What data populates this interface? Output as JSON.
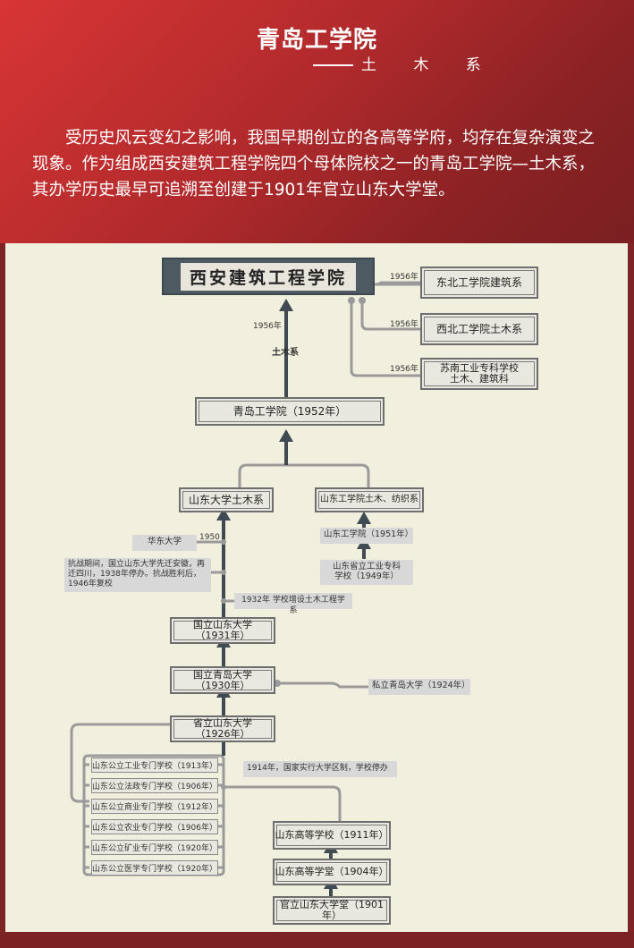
{
  "header": {
    "title": "青岛工学院",
    "subtitle": "土 木 系",
    "intro": "受历史风云变幻之影响，我国早期创立的各高等学府，均存在复杂演变之现象。作为组成西安建筑工程学院四个母体院校之一的青岛工学院—土木系，其办学历史最早可追溯至创建于1901年官立山东大学堂。"
  },
  "diagram": {
    "top": "西安建筑工程学院",
    "merge_1956_a": "1956年",
    "merge_1956_b": "1956年",
    "merge_1956_c": "1956年",
    "merge_1956_d": "1956年",
    "dongbei_arch": "东北工学院建筑系",
    "xibei_civil": "西北工学院土木系",
    "sunan_line1": "苏南工业专科学校",
    "sunan_line2": "土木、建筑科",
    "civil_dept_label": "土木系",
    "qingdao": "青岛工学院（1952年）",
    "sd_civil": "山东大学土木系",
    "sd_inst_civil": "山东工学院土木、纺织系",
    "sd_inst_1951": "山东工学院（1951年）",
    "sd_prov_line1": "山东省立工业专科",
    "sd_prov_line2": "学校（1949年）",
    "huadong": "华东大学",
    "year_1950": "1950",
    "wartime_note": "抗战期间，国立山东大学先迁安徽，再迁四川，1938年停办。抗战胜利后，1946年复校",
    "note_1932": "1932年 学校增设土木工程学系",
    "guoli_sd_line1": "国立山东大学",
    "guoli_sd_line2": "（1931年）",
    "guoli_qd_line1": "国立青岛大学",
    "guoli_qd_line2": "（1930年）",
    "private_qd": "私立青岛大学（1924年）",
    "shengli_sd_line1": "省立山东大学",
    "shengli_sd_line2": "（1926年）",
    "note_1914": "1914年，国家实行大学区制，学校停办",
    "schools": [
      "山东公立工业专门学校（1913年）",
      "山东公立法政专门学校（1906年）",
      "山东公立商业专门学校（1912年）",
      "山东公立农业专门学校（1906年）",
      "山东公立矿业专门学校（1920年）",
      "山东公立医学专门学校（1920年）"
    ],
    "gaodeng_1911": "山东高等学校（1911年）",
    "gaodeng_1904": "山东高等学堂（1904年）",
    "guanli_1901": "官立山东大学堂（1901年）"
  },
  "colors": {
    "header_red": "#d83535",
    "panel_bg": "#f1efdd",
    "box_bg": "#e9e8e0",
    "top_box": "#4e5a62",
    "line_dark": "#3f4a52",
    "line_grey": "#9a9a9a"
  }
}
